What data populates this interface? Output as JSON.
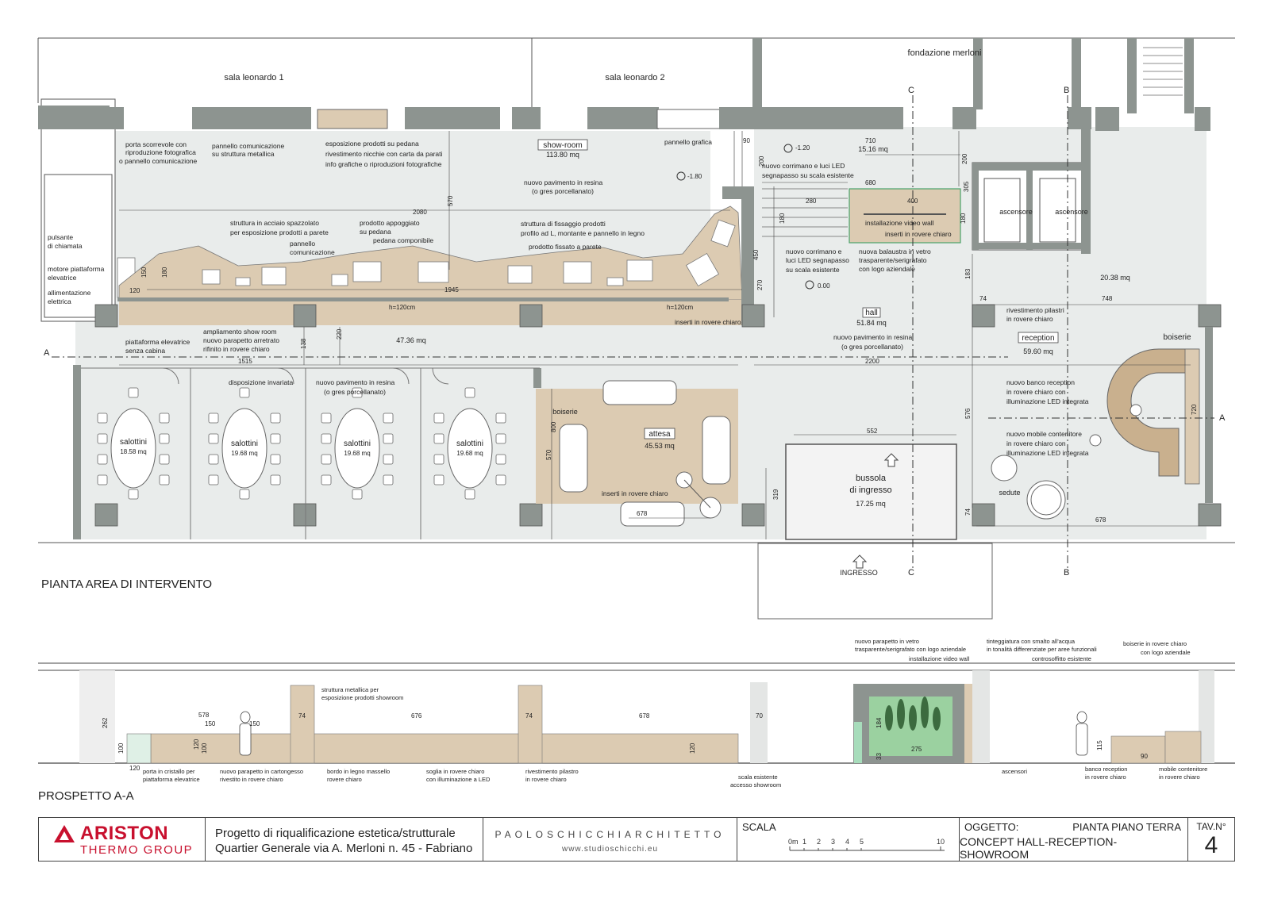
{
  "plan": {
    "title": "PIANTA AREA DI INTERVENTO",
    "rooms": {
      "sala_leonardo_1": "sala leonardo 1",
      "sala_leonardo_2": "sala leonardo 2",
      "fondazione": "fondazione\nmerloni",
      "showroom": "show-room",
      "showroom_area": "113.80 mq",
      "hall": "hall",
      "hall_area": "51.84 mq",
      "reception": "reception",
      "reception_area": "59.60 mq",
      "attesa": "attesa",
      "attesa_area": "45.53 mq",
      "bussola_1": "bussola",
      "bussola_2": "di ingresso",
      "bussola_area": "17.25 mq",
      "ascensore": "ascensore",
      "salottini": "salottini",
      "salottini_area_1": "18.58 mq",
      "salottini_area_2": "19.68 mq",
      "corridor_area": "47.36 mq",
      "stair_area": "15.16 mq",
      "upper_right_area": "20.38 mq",
      "ingresso": "INGRESSO",
      "sedute": "sedute",
      "boiserie": "boiserie"
    },
    "labels": [
      "porta scorrevole con",
      "riproduzione fotografica",
      "o pannello comunicazione",
      "pannello comunicazione",
      "su struttura metallica",
      "esposizione prodotti su pedana",
      "rivestimento nicchie con carta da parati",
      "info grafiche o riproduzioni fotografiche",
      "pannello grafica",
      "nuovo pavimento in resina",
      "(o gres porcellanato)",
      "nuovo corrimano e luci LED",
      "segnapasso su scala esistente",
      "struttura in acciaio spazzolato",
      "per esposizione prodotti a parete",
      "pannello",
      "comunicazione",
      "prodotto appoggiato",
      "su pedana",
      "pedana componibile",
      "struttura di fissaggio prodotti",
      "profilo ad L, montante e pannello in legno",
      "prodotto fissato a parete",
      "installazione video wall",
      "inserti in rovere chiaro",
      "nuova balaustra in vetro",
      "trasparente/serigrafato",
      "con logo aziendale",
      "nuovo corrimano e",
      "luci LED segnapasso",
      "su scala esistente",
      "pulsante",
      "di chiamata",
      "motore piattaforma",
      "elevatrice",
      "allimentazione",
      "elettrica",
      "piattaforma elevatrice",
      "senza cabina",
      "ampliamento show room",
      "nuovo parapetto arretrato",
      "rifinito in rovere chiaro",
      "inserti in rovere chiaro",
      "rivestimento pilastri",
      "in rovere chiaro",
      "nuovo pavimento in resina",
      "(o gres porcellanato)",
      "disposizione invariata",
      "nuovo pavimento in resina",
      "(o gres porcellanato)",
      "nuovo banco reception",
      "in rovere chiaro con",
      "illuminazione LED integrata",
      "nuovo mobile contenitore",
      "in rovere chiaro con",
      "illuminazione LED integrata",
      "inserti in rovere chiaro"
    ],
    "dims": [
      "90",
      "200",
      "-1.20",
      "710",
      "200",
      "680",
      "400",
      "280",
      "305",
      "180",
      "180",
      "-1.80",
      "2080",
      "570",
      "450",
      "270",
      "183",
      "0.00",
      "120",
      "150",
      "180",
      "1945",
      "h=120cm",
      "h=120cm",
      "138",
      "220",
      "1515",
      "2200",
      "74",
      "748",
      "576",
      "720",
      "552",
      "800",
      "570",
      "319",
      "678",
      "74",
      "678"
    ],
    "section_marks": [
      "A",
      "A",
      "B",
      "B",
      "C",
      "C"
    ]
  },
  "section": {
    "title": "PROSPETTO A-A",
    "labels_top": [
      "nuovo parapetto in vetro",
      "trasparente/serigrafato con logo aziendale",
      "installazione video wall",
      "tinteggiatura con smalto all'acqua",
      "in tonalità differenziate per aree funzionali",
      "controsoffitto esistente",
      "boiserie in rovere chiaro",
      "con logo aziendale",
      "struttura metallica per",
      "esposizione prodotti showroom"
    ],
    "labels_bottom": [
      "porta in cristallo per",
      "piattaforma elevatrice",
      "nuovo parapetto in cartongesso",
      "rivestito in rovere chiaro",
      "bordo in legno massello",
      "rovere chiaro",
      "soglia in rovere chiaro",
      "con illuminazione a LED",
      "rivestimento pilastro",
      "in rovere chiaro",
      "scala esistente",
      "accesso showroom",
      "ascensori",
      "banco reception",
      "in rovere chiaro",
      "mobile contenitore",
      "in rovere chiaro"
    ],
    "dims": [
      "262",
      "578",
      "150",
      "150",
      "74",
      "676",
      "74",
      "678",
      "70",
      "100",
      "120",
      "100",
      "120",
      "120",
      "184",
      "33",
      "275",
      "115",
      "90"
    ]
  },
  "titleblock": {
    "logo_main": "ARISTON",
    "logo_sub": "THERMO GROUP",
    "project_line1": "Progetto di riqualificazione estetica/strutturale",
    "project_line2": "Quartier Generale via A. Merloni n. 45 - Fabriano",
    "studio_name": "PAOLOSCHICCHIARCHITETTO",
    "studio_web": "www.studioschicchi.eu",
    "scala_label": "SCALA",
    "scale_ticks": [
      "0m",
      "1",
      "2",
      "3",
      "4",
      "5",
      "10"
    ],
    "oggetto_label": "OGGETTO:",
    "oggetto_title1": "PIANTA PIANO TERRA",
    "oggetto_title2": "CONCEPT HALL-RECEPTION-SHOWROOM",
    "tav_label": "TAV.N°",
    "tav_number": "4"
  },
  "colors": {
    "wall": "#8d9490",
    "floor": "#e9eceb",
    "wood": "#dccbb2",
    "wood_dark": "#c9b08e",
    "brand_red": "#c8102e",
    "line": "#444444"
  }
}
